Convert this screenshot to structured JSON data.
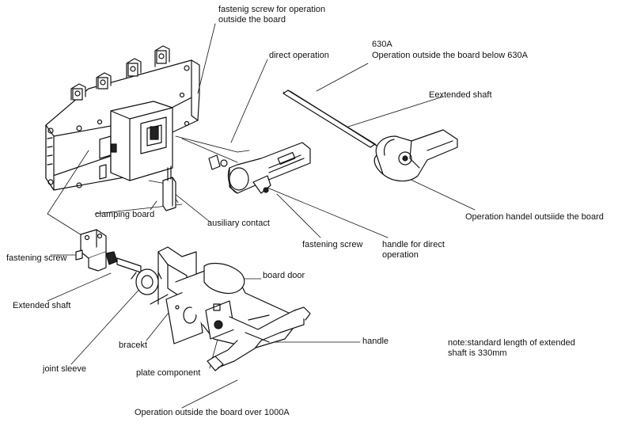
{
  "labels": {
    "fastening_screw_outside_1": "fastenig screw for operation",
    "fastening_screw_outside_2": "outside the board",
    "direct_operation": "direct operation",
    "amp_630": "630A",
    "operation_below_630": "Operation outside the board below 630A",
    "extended_shaft_top": "Eextended shaft",
    "clamping_board": "clamping board",
    "auxiliary_contact": "ausiliary contact",
    "operation_handle_outside": "Operation handel outsiide the board",
    "fastening_screw_left": "fastening screw",
    "fastening_screw_mid": "fastening screw",
    "handle_direct_1": "handle for direct",
    "handle_direct_2": "operation",
    "board_door": "board door",
    "extended_shaft_left": "Extended shaft",
    "handle": "handle",
    "note_1": "note:standard length of extended",
    "note_2": "shaft is 330mm",
    "bracket": "bracekt",
    "joint_sleeve": "joint sleeve",
    "plate_component": "plate component",
    "operation_over_1000": "Operation outside the board over 1000A"
  }
}
